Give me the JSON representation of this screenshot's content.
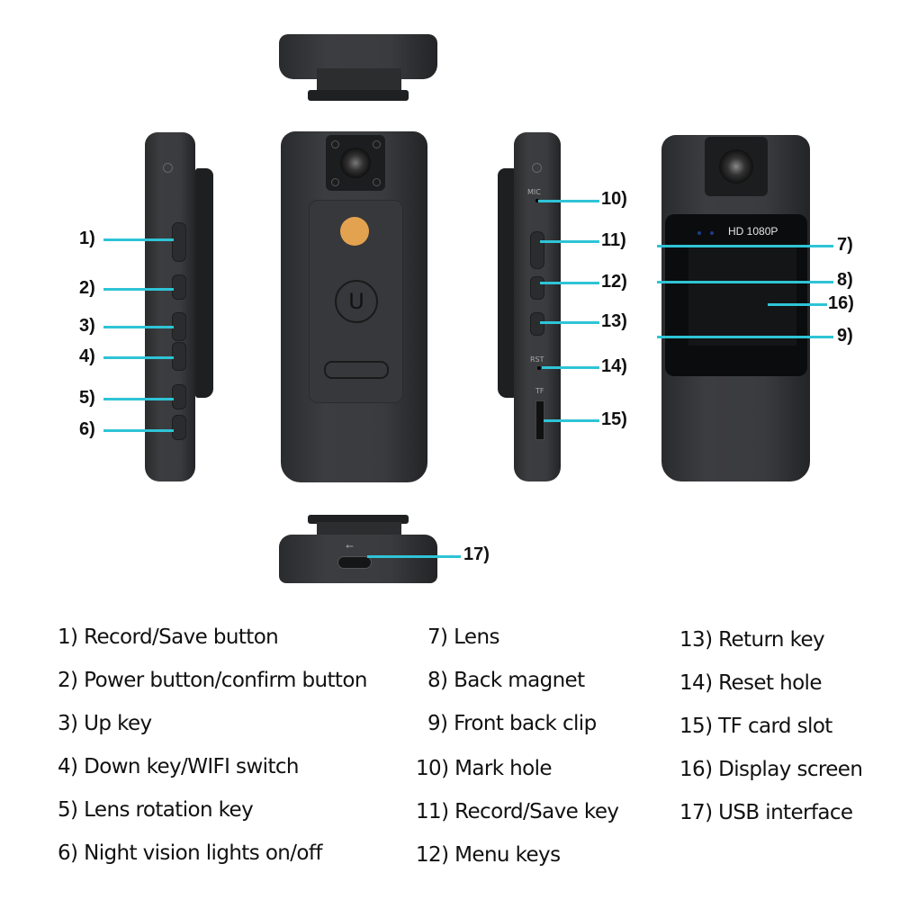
{
  "diagram": {
    "title": "Body camera parts diagram",
    "callout_color": "#2ec4d6",
    "accent_magnet_color": "#e3a24f",
    "screen_label": "HD 1080P",
    "port_labels": {
      "mic": "MIC",
      "reset": "RST",
      "tf": "TF"
    },
    "callouts": [
      {
        "id": 1,
        "label": "1)"
      },
      {
        "id": 2,
        "label": "2)"
      },
      {
        "id": 3,
        "label": "3)"
      },
      {
        "id": 4,
        "label": "4)"
      },
      {
        "id": 5,
        "label": "5)"
      },
      {
        "id": 6,
        "label": "6)"
      },
      {
        "id": 7,
        "label": "7)"
      },
      {
        "id": 8,
        "label": "8)"
      },
      {
        "id": 9,
        "label": "9)"
      },
      {
        "id": 10,
        "label": "10)"
      },
      {
        "id": 11,
        "label": "11)"
      },
      {
        "id": 12,
        "label": "12)"
      },
      {
        "id": 13,
        "label": "13)"
      },
      {
        "id": 14,
        "label": "14)"
      },
      {
        "id": 15,
        "label": "15)"
      },
      {
        "id": 16,
        "label": "16)"
      },
      {
        "id": 17,
        "label": "17)"
      }
    ]
  },
  "legend": {
    "col1": [
      "1) Record/Save button",
      "2) Power button/confirm button",
      "3) Up key",
      "4) Down key/WIFI switch",
      "5) Lens rotation key",
      "6) Night vision lights on/off"
    ],
    "col2": [
      "7) Lens",
      "8) Back magnet",
      "9) Front back clip",
      "10) Mark hole",
      "11) Record/Save key",
      "12) Menu keys"
    ],
    "col3": [
      "13) Return key",
      "14) Reset hole",
      "15) TF card slot",
      "16) Display screen",
      "17) USB interface"
    ]
  }
}
